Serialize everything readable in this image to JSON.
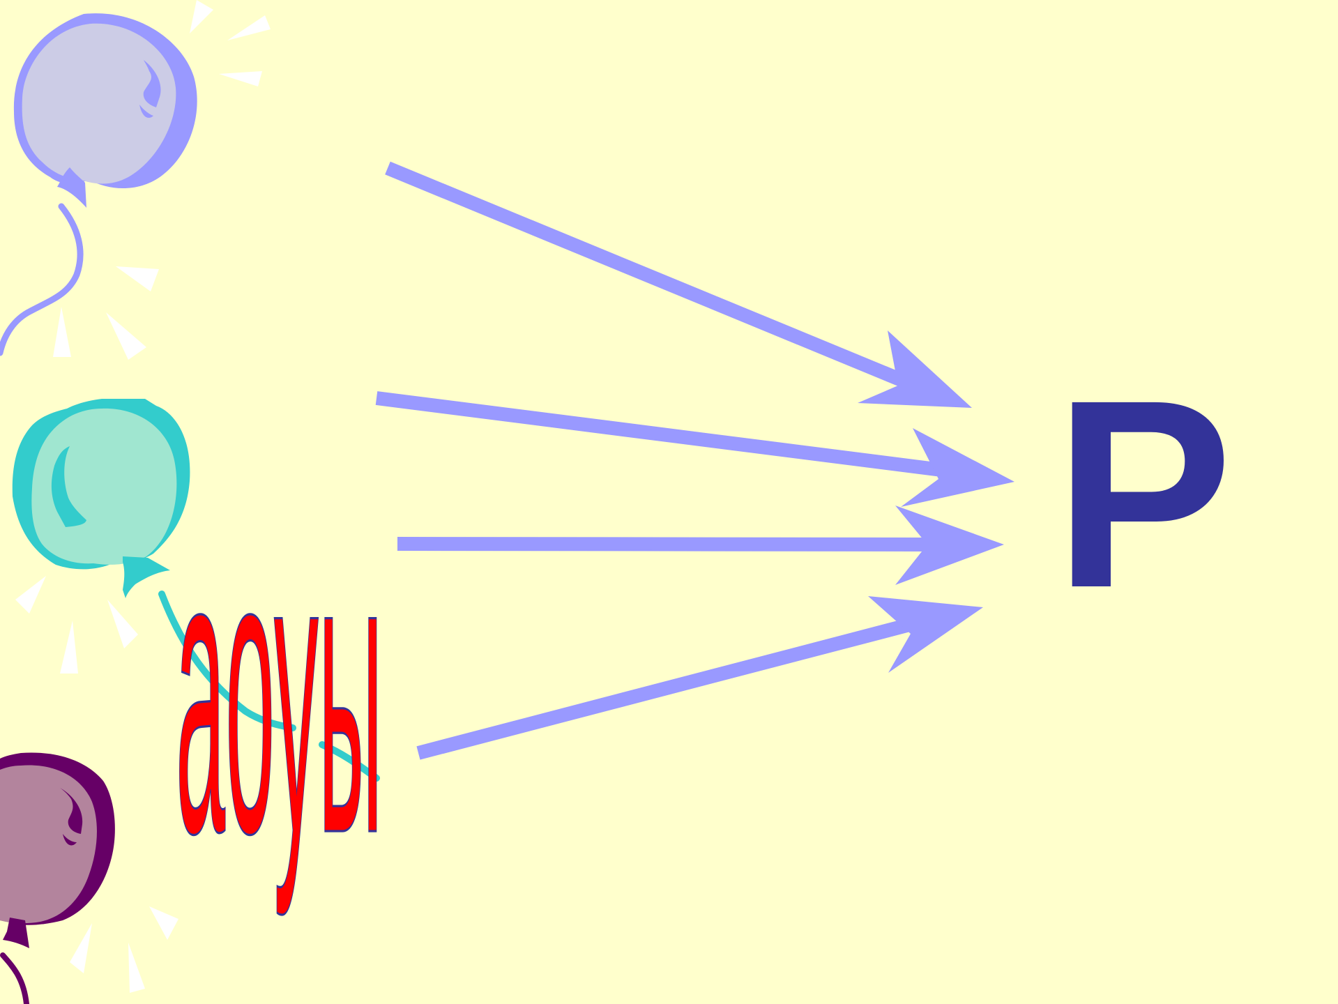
{
  "slide": {
    "background_color": "#FFFFCC",
    "lowercase_word": "аоуы",
    "lowercase_word_colors": {
      "fill": "#FF0000",
      "stroke": "#333399"
    },
    "capital_letter": "Р",
    "capital_letter_color": "#333399",
    "arrow_color": "#9999FF",
    "balloons": [
      {
        "name": "top-balloon",
        "body_color": "#CCCCE6",
        "shade_color": "#9999FF"
      },
      {
        "name": "middle-balloon",
        "body_color": "#A0E6D0",
        "shade_color": "#33CCCC"
      },
      {
        "name": "bottom-balloon",
        "body_color": "#B3849D",
        "shade_color": "#660066"
      }
    ]
  }
}
